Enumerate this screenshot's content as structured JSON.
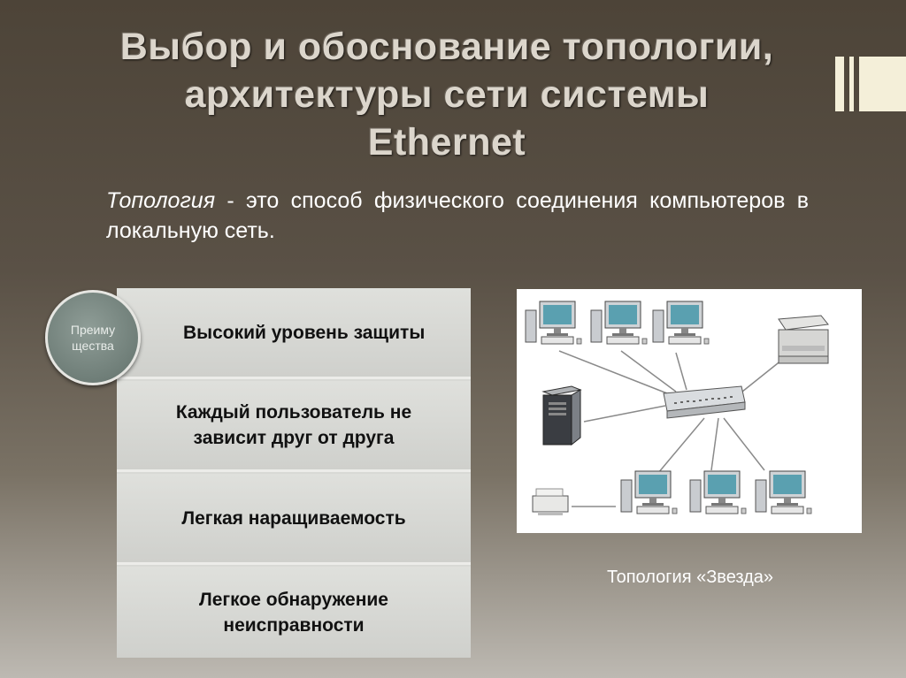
{
  "title": {
    "line1": "Выбор  и обоснование топологии,",
    "line2": "архитектуры сети системы",
    "line3": "Ethernet"
  },
  "definition": {
    "term": "Топология",
    "rest": " - это способ физического соединения компьютеров в локальную сеть."
  },
  "advantages": {
    "badge_label": "Преиму щества",
    "items": [
      "Высокий уровень защиты",
      "Каждый пользователь не зависит друг от друга",
      "Легкая наращиваемость",
      "Легкое обнаружение неисправности"
    ]
  },
  "diagram": {
    "caption": "Топология «Звезда»",
    "icons": [
      "computer-icon",
      "server-icon",
      "printer-icon",
      "switch-icon"
    ]
  },
  "colors": {
    "background_top": "#4d4438",
    "background_bottom": "#bdb9b2",
    "title_text": "#dcd6cc",
    "panel": "#d8d9d5",
    "badge": "#7a8984",
    "accent_bars": "#f4efd9"
  }
}
